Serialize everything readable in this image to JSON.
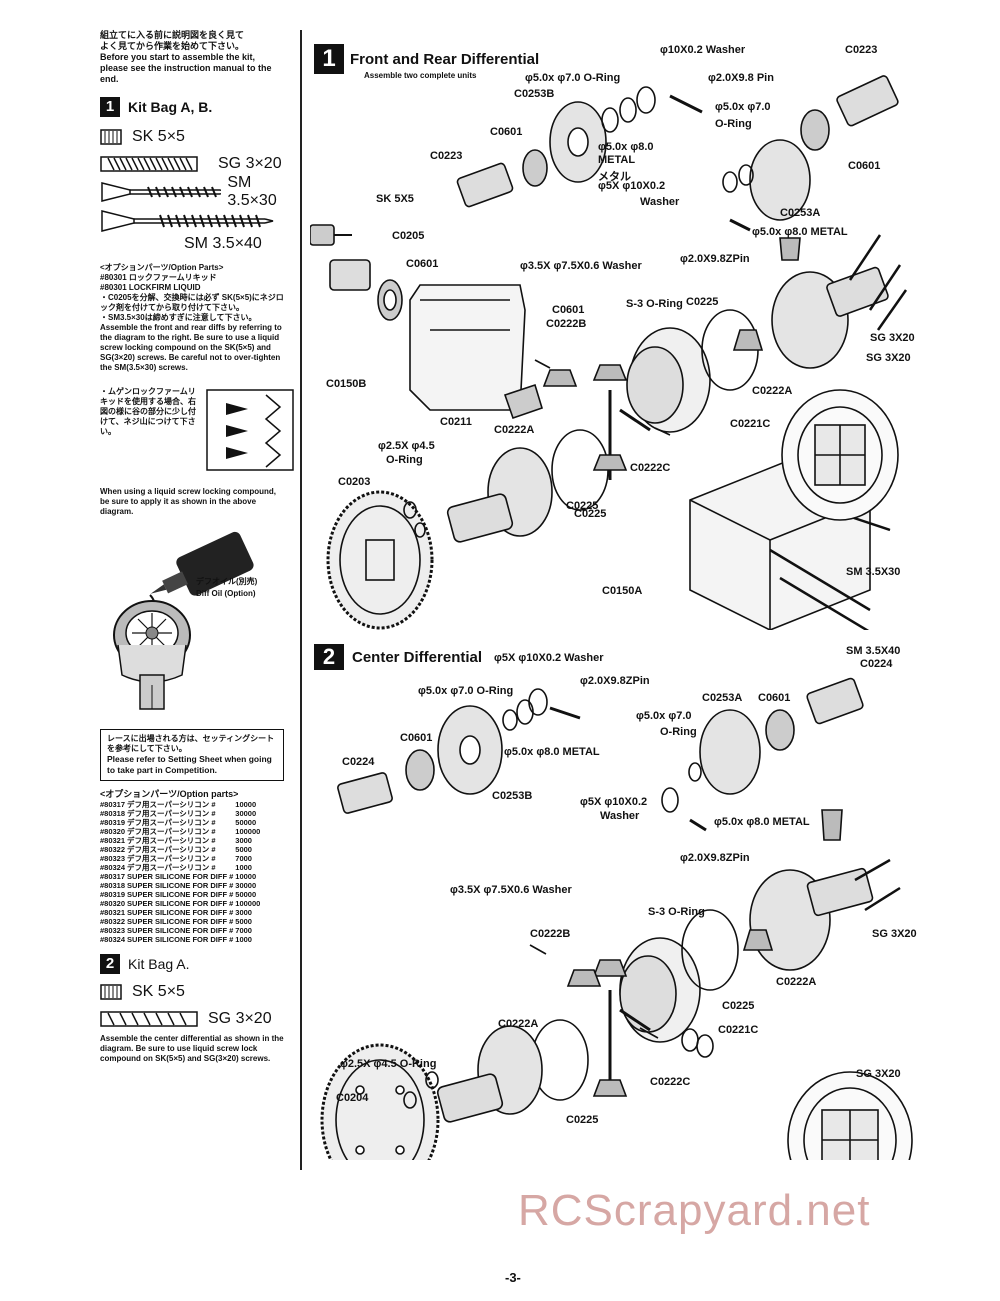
{
  "page_number": "-3-",
  "watermark": "RCScrapyard.net",
  "sidebar": {
    "intro_jp": "組立てに入る前に説明図を良く見て\nよく見てから作業を始めて下さい。",
    "intro_en": "Before you start to assemble the kit, please see the instruction manual to the end.",
    "kit1": {
      "num": "1",
      "title": "Kit Bag A, B.",
      "parts": [
        {
          "icon": "hex-screw-small-icon",
          "label": "SK 5×5"
        },
        {
          "icon": "set-screw-icon",
          "label": "SG 3×20"
        },
        {
          "icon": "wood-screw-30-icon",
          "label": "SM 3.5×30"
        },
        {
          "icon": "wood-screw-40-icon",
          "label": "SM 3.5×40"
        }
      ]
    },
    "option1_jp": "<オプションパーツ/Option Parts>\n#80301 ロックファームリキッド",
    "option1_en": "#80301 LOCKFIRM LIQUID",
    "note1_jp": "・C0205を分解、交換時には必ず SK(5×5)にネジロック剤を付けてから取り付けて下さい。\n・SM3.5×30は締めすぎに注意して下さい。",
    "note1_en": "Assemble the front and rear diffs by referring to the diagram to the right. Be sure to use a liquid screw locking compound on the SK(5×5) and SG(3×20) screws. Be careful not to over-tighten the SM(3.5×30) screws.",
    "lock_jp": "・ムゲンロックファームリキッドを使用する場合、右図の様に谷の部分に少し付けて、ネジ山につけて下さい。",
    "lock_en": "When using a liquid screw locking compound, be sure to apply it as shown in the above diagram.",
    "diff_oil_jp": "デフオイル(別売)",
    "diff_oil_en": "Diff Oil (Option)",
    "race_jp": "レースに出場される方は、セッティングシートを参考にして下さい。",
    "race_en": "Please refer to Setting Sheet when going to take part in Competition.",
    "option2_title": "<オプションパーツ/Option parts>",
    "option2_items": [
      [
        "#80317",
        "デフ用スーパーシリコン #",
        "10000"
      ],
      [
        "#80318",
        "デフ用スーパーシリコン #",
        "30000"
      ],
      [
        "#80319",
        "デフ用スーパーシリコン #",
        "50000"
      ],
      [
        "#80320",
        "デフ用スーパーシリコン #",
        "100000"
      ],
      [
        "#80321",
        "デフ用スーパーシリコン #",
        "3000"
      ],
      [
        "#80322",
        "デフ用スーパーシリコン #",
        "5000"
      ],
      [
        "#80323",
        "デフ用スーパーシリコン #",
        "7000"
      ],
      [
        "#80324",
        "デフ用スーパーシリコン #",
        "1000"
      ],
      [
        "#80317",
        "SUPER SILICONE FOR DIFF #",
        "10000"
      ],
      [
        "#80318",
        "SUPER SILICONE FOR DIFF #",
        "30000"
      ],
      [
        "#80319",
        "SUPER SILICONE FOR DIFF #",
        "50000"
      ],
      [
        "#80320",
        "SUPER SILICONE FOR DIFF #",
        "100000"
      ],
      [
        "#80321",
        "SUPER SILICONE FOR DIFF #",
        "3000"
      ],
      [
        "#80322",
        "SUPER SILICONE FOR DIFF #",
        "5000"
      ],
      [
        "#80323",
        "SUPER SILICONE FOR DIFF #",
        "7000"
      ],
      [
        "#80324",
        "SUPER SILICONE FOR DIFF #",
        "1000"
      ]
    ],
    "kit2": {
      "num": "2",
      "title": "Kit Bag A.",
      "parts": [
        {
          "icon": "hex-screw-small-icon",
          "label": "SK 5×5"
        },
        {
          "icon": "set-screw-icon",
          "label": "SG 3×20"
        }
      ]
    },
    "kit2_note": "Assemble the center differential as shown in the diagram. Be sure to use liquid screw lock compound on SK(5×5) and SG(3×20) screws."
  },
  "section1": {
    "num": "1",
    "title": "Front and Rear Differential",
    "subtitle": "Assemble two complete units",
    "labels": [
      {
        "t": "φ10X0.2 Washer"
      },
      {
        "t": "C0223"
      },
      {
        "t": "φ5.0x φ7.0 O-Ring"
      },
      {
        "t": "φ2.0X9.8 Pin"
      },
      {
        "t": "C0253B"
      },
      {
        "t": "φ5.0x φ7.0"
      },
      {
        "t": "O-Ring"
      },
      {
        "t": "C0601"
      },
      {
        "t": "φ5.0x φ8.0"
      },
      {
        "t": "METAL"
      },
      {
        "t": "メタル"
      },
      {
        "t": "C0223"
      },
      {
        "t": "C0601"
      },
      {
        "t": "φ5X φ10X0.2"
      },
      {
        "t": "Washer"
      },
      {
        "t": "SK 5X5"
      },
      {
        "t": "C0253A"
      },
      {
        "t": "φ5.0x φ8.0 METAL"
      },
      {
        "t": "C0205"
      },
      {
        "t": "C0601"
      },
      {
        "t": "φ2.0X9.8ZPin"
      },
      {
        "t": "φ3.5X φ7.5X0.6 Washer"
      },
      {
        "t": "S-3 O-Ring"
      },
      {
        "t": "C0225"
      },
      {
        "t": "C0601"
      },
      {
        "t": "C0222B"
      },
      {
        "t": "SG 3X20"
      },
      {
        "t": "SG 3X20"
      },
      {
        "t": "C0150B"
      },
      {
        "t": "C0222A"
      },
      {
        "t": "C0211"
      },
      {
        "t": "C0222A"
      },
      {
        "t": "C0221C"
      },
      {
        "t": "φ2.5X φ4.5"
      },
      {
        "t": "O-Ring"
      },
      {
        "t": "C0222C"
      },
      {
        "t": "C0203"
      },
      {
        "t": "C0225"
      },
      {
        "t": "C0225"
      },
      {
        "t": "SM 3.5X30"
      },
      {
        "t": "C0150A"
      },
      {
        "t": "SM 3.5X40"
      }
    ]
  },
  "section2": {
    "num": "2",
    "title": "Center Differential",
    "labels": [
      {
        "t": "φ5X φ10X0.2 Washer"
      },
      {
        "t": "C0224"
      },
      {
        "t": "φ5.0x φ7.0 O-Ring"
      },
      {
        "t": "φ2.0X9.8ZPin"
      },
      {
        "t": "C0253A"
      },
      {
        "t": "C0601"
      },
      {
        "t": "φ5.0x φ7.0"
      },
      {
        "t": "O-Ring"
      },
      {
        "t": "C0601"
      },
      {
        "t": "φ5.0x φ8.0 METAL"
      },
      {
        "t": "C0224"
      },
      {
        "t": "C0253B"
      },
      {
        "t": "φ5X φ10X0.2"
      },
      {
        "t": "Washer"
      },
      {
        "t": "φ5.0x φ8.0 METAL"
      },
      {
        "t": "φ2.0X9.8ZPin"
      },
      {
        "t": "φ3.5X φ7.5X0.6 Washer"
      },
      {
        "t": "S-3 O-Ring"
      },
      {
        "t": "SG 3X20"
      },
      {
        "t": "C0222B"
      },
      {
        "t": "C0222A"
      },
      {
        "t": "C0225"
      },
      {
        "t": "C0221C"
      },
      {
        "t": "C0222A"
      },
      {
        "t": "φ2.5X φ4.5 O-Ring"
      },
      {
        "t": "C0222C"
      },
      {
        "t": "C0204"
      },
      {
        "t": "C0225"
      },
      {
        "t": "SG 3X20"
      }
    ]
  }
}
